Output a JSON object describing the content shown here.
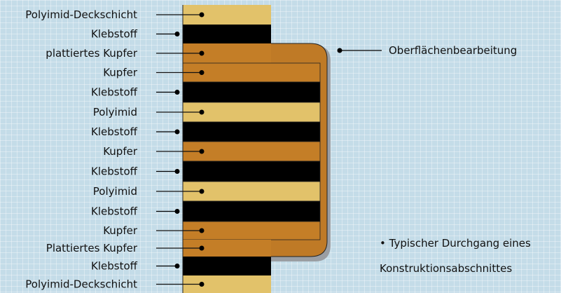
{
  "layers": [
    {
      "label": "Polyimid-Deckschicht",
      "material": "polyimide"
    },
    {
      "label": "Klebstoff",
      "material": "adhesive"
    },
    {
      "label": "plattiertes Kupfer",
      "material": "copper"
    },
    {
      "label": "Kupfer",
      "material": "copper"
    },
    {
      "label": "Klebstoff",
      "material": "adhesive"
    },
    {
      "label": "Polyimid",
      "material": "polyimide"
    },
    {
      "label": "Klebstoff",
      "material": "adhesive"
    },
    {
      "label": "Kupfer",
      "material": "copper"
    },
    {
      "label": "Klebstoff",
      "material": "adhesive"
    },
    {
      "label": "Polyimid",
      "material": "polyimide"
    },
    {
      "label": "Klebstoff",
      "material": "adhesive"
    },
    {
      "label": "Kupfer",
      "material": "copper"
    },
    {
      "label": "Plattiertes Kupfer",
      "material": "copper"
    },
    {
      "label": "Klebstoff",
      "material": "adhesive"
    },
    {
      "label": "Polyimid-Deckschicht",
      "material": "polyimide"
    }
  ],
  "surface_finish_label": "Oberflächenbearbeitung",
  "caption": {
    "line1": "• Typischer Durchgang eines",
    "line2": "Konstruktionsabschnittes"
  },
  "colors": {
    "background": "#c4dce8",
    "polyimide": "#e2c26a",
    "adhesive": "#000000",
    "copper": "#c47e27",
    "plating": "#bf7a26",
    "shadow": "#9a9ea3"
  }
}
